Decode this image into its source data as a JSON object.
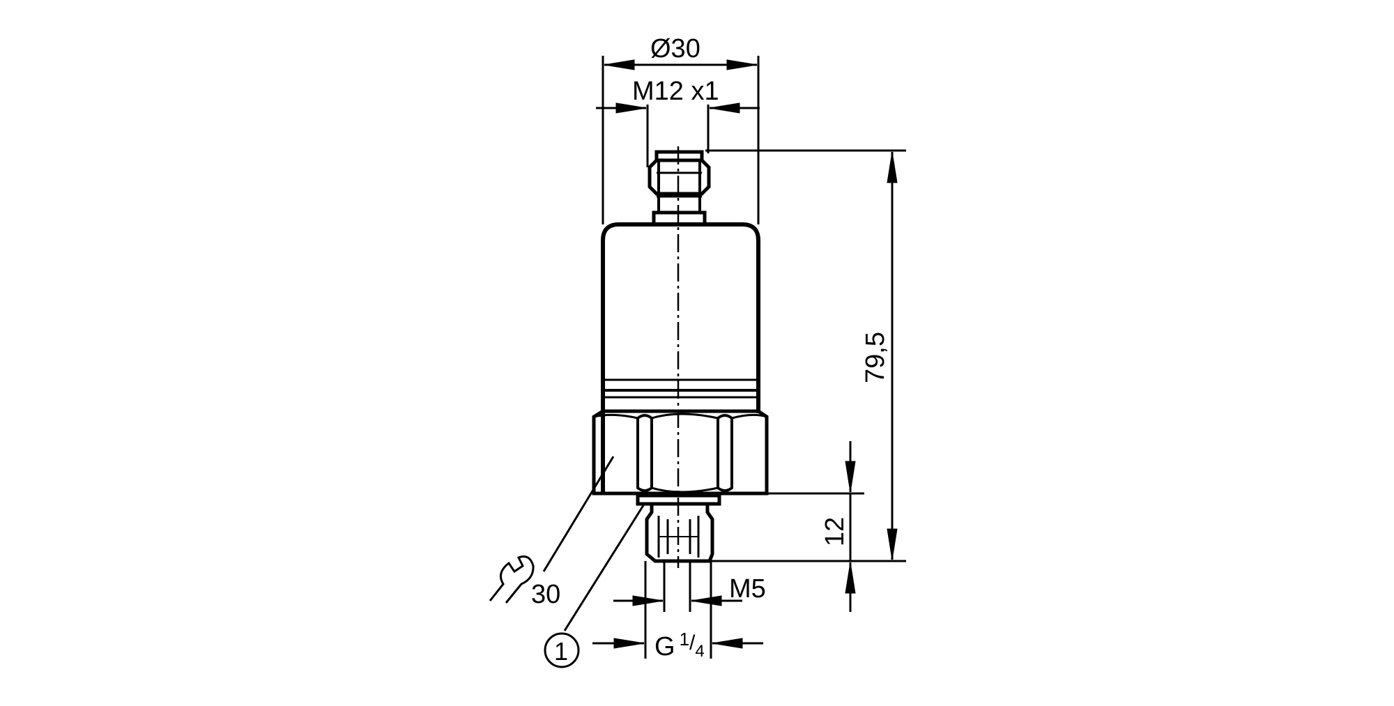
{
  "drawing": {
    "title": "Pressure sensor dimension drawing",
    "dimensions": {
      "diameter": "Ø30",
      "connector_thread": "M12 x1",
      "total_length": "79,5",
      "thread_length": "12",
      "inner_thread": "M5",
      "process_thread_main": "G",
      "process_thread_num": "1",
      "process_thread_den": "4",
      "wrench_size": "30"
    },
    "callouts": [
      {
        "number": "1"
      }
    ],
    "colors": {
      "line": "#000000",
      "background": "#ffffff"
    }
  }
}
